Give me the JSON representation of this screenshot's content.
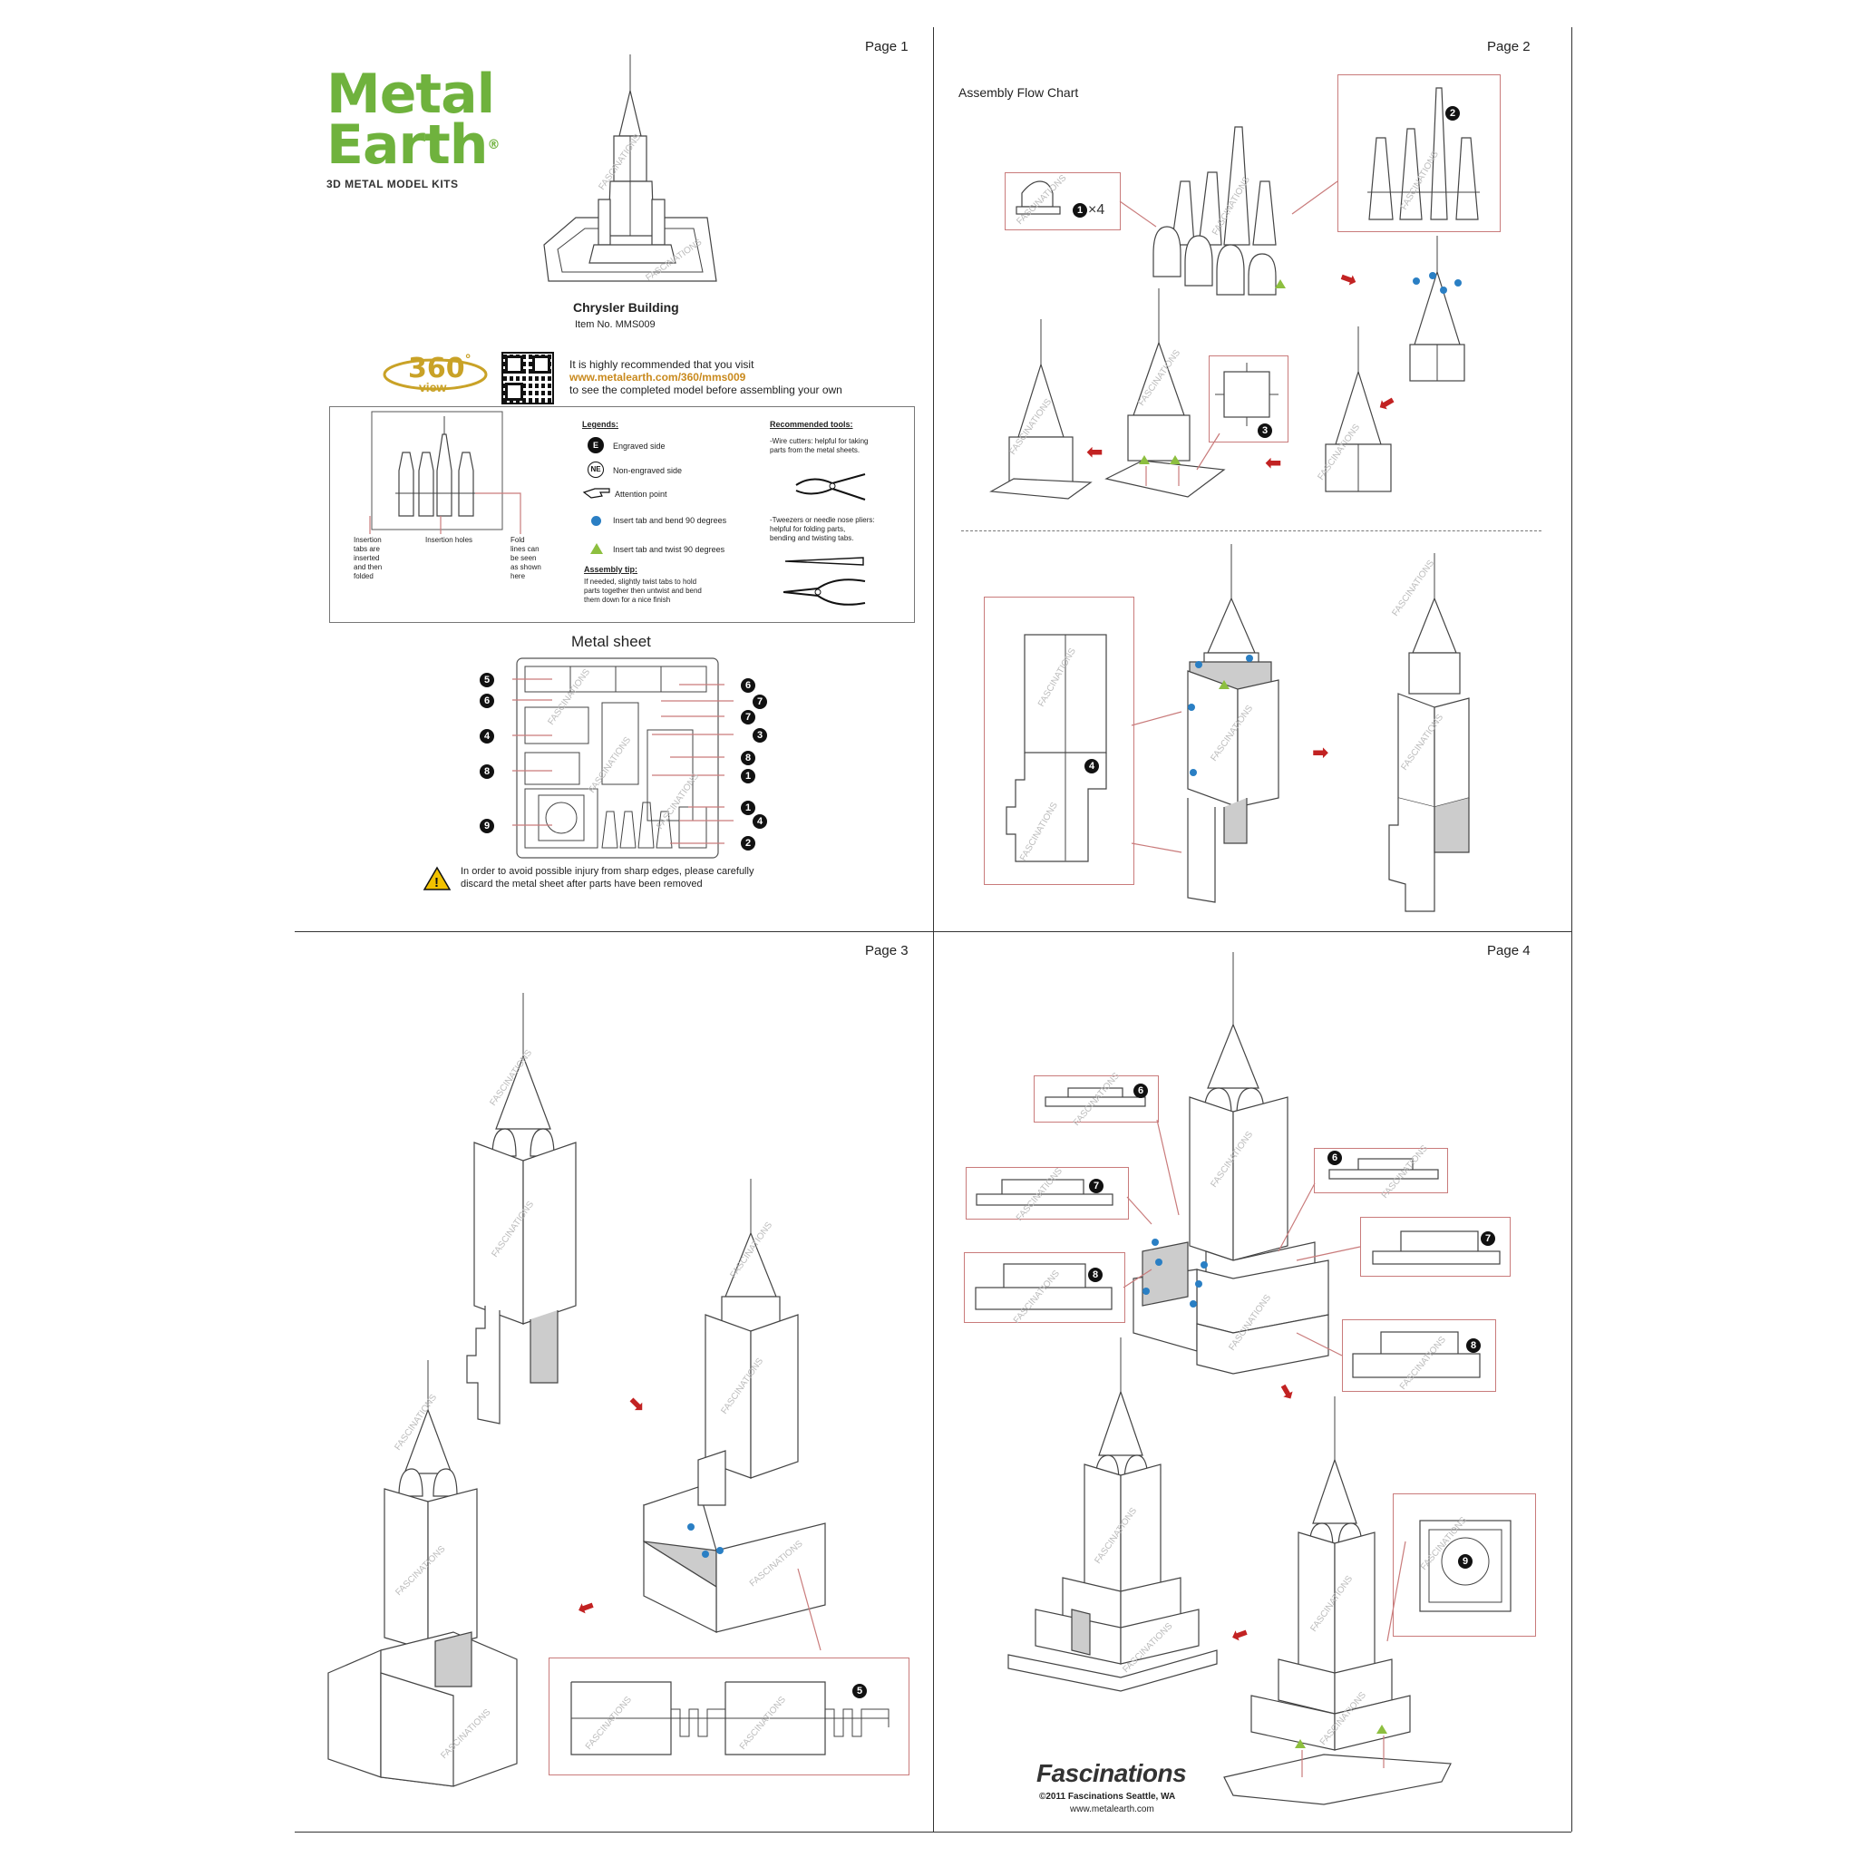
{
  "pages": {
    "p1": "Page 1",
    "p2": "Page 2",
    "p3": "Page 3",
    "p4": "Page 4"
  },
  "brand": {
    "logo_line1": "Metal",
    "logo_line2": "Earth",
    "registered": "®",
    "tagline": "3D METAL MODEL KITS",
    "model_name": "Chrysler Building",
    "item_no": "Item  No.  MMS009",
    "view360_number": "360",
    "view360_degree": "°",
    "view360_label": "view"
  },
  "visit": {
    "line1": "It is highly recommended that you visit",
    "url": "www.metalearth.com/360/mms009",
    "line3": "to see the completed model before assembling your own"
  },
  "legend_box": {
    "insertion_tabs": [
      "Insertion",
      "tabs are",
      "inserted",
      "and then",
      "folded"
    ],
    "insertion_holes": "Insertion holes",
    "fold_lines": [
      "Fold",
      "lines can",
      "be seen",
      "as shown",
      "here"
    ],
    "legends_title": "Legends:",
    "engraved_mark": "E",
    "engraved": "Engraved side",
    "non_engraved_mark": "NE",
    "non_engraved": "Non-engraved side",
    "attention": "Attention point",
    "blue_dot": "Insert tab and bend 90 degrees",
    "green_triangle": "Insert tab and twist 90 degrees",
    "tip_title": "Assembly tip:",
    "tip_text": [
      "If needed, slightly twist tabs to hold",
      "parts together then untwist and bend",
      "them down for a nice finish"
    ],
    "tools_title": "Recommended tools:",
    "tool1": [
      "-Wire cutters: helpful for taking",
      "parts from the metal sheets."
    ],
    "tool2": [
      "-Tweezers or needle nose pliers:",
      "helpful for folding parts,",
      "bending and twisting tabs."
    ]
  },
  "metal_sheet": {
    "title": "Metal sheet",
    "left_numbers": [
      "5",
      "6",
      "4",
      "8",
      "9"
    ],
    "right_numbers": [
      "6",
      "7",
      "7",
      "3",
      "8",
      "1",
      "1",
      "4",
      "2"
    ],
    "warning": [
      "In order to avoid possible injury from sharp edges, please carefully",
      "discard the metal sheet after parts have been removed"
    ]
  },
  "flow_chart": {
    "title": "Assembly Flow Chart",
    "times4": "×4"
  },
  "watermark": "FASCINATIONS",
  "footer": {
    "brand": "Fascinations",
    "copyright": "©2011 Fascinations Seattle, WA",
    "url": "www.metalearth.com"
  },
  "part_numbers": {
    "n1": "1",
    "n2": "2",
    "n3": "3",
    "n4": "4",
    "n5": "5",
    "n6": "6",
    "n7": "7",
    "n8": "8",
    "n9": "9"
  },
  "colors": {
    "brand_green": "#6fb23d",
    "gold": "#c9a227",
    "url_orange": "#c98a1e",
    "callout_red": "#c97b7b",
    "arrow_red": "#c22222",
    "blue_dot": "#2a7fc4",
    "green_triangle": "#8dbf3f"
  }
}
